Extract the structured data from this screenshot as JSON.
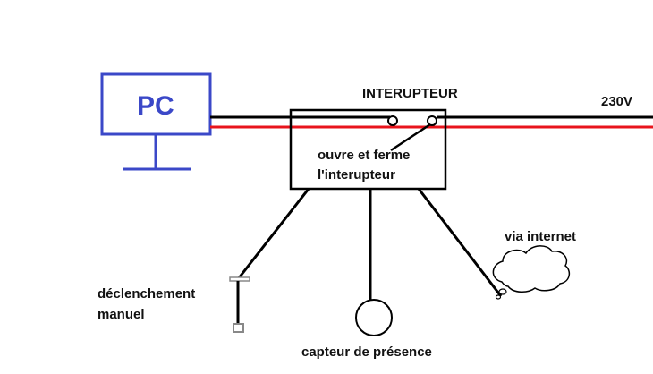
{
  "labels": {
    "pc": "PC",
    "switch_title": "INTERUPTEUR",
    "voltage": "230V",
    "switch_desc_line1": "ouvre et ferme",
    "switch_desc_line2": "l'interupteur",
    "internet": "via internet",
    "manual_line1": "déclenchement",
    "manual_line2": "manuel",
    "sensor": "capteur de présence"
  },
  "colors": {
    "pc_blue": "#3b48c8",
    "wire_black": "#000000",
    "wire_red": "#e8141c",
    "switch_grey": "#888888",
    "text": "#111111"
  },
  "icons": {
    "pc": "monitor-icon",
    "cloud": "cloud-icon",
    "sensor": "presence-sensor-icon",
    "manual": "push-button-icon"
  }
}
